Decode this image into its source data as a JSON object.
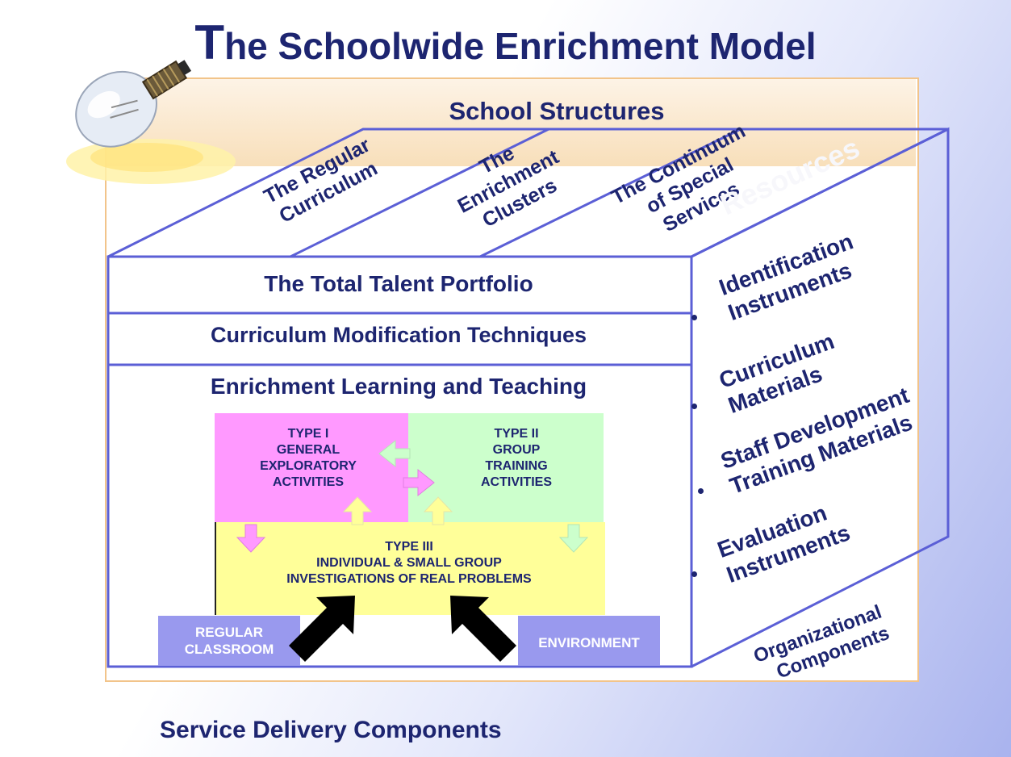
{
  "title": {
    "initial": "T",
    "rest": "he Schoolwide Enrichment Model"
  },
  "school_structures": {
    "title": "School Structures",
    "items": [
      {
        "line1": "The Regular",
        "line2": "Curriculum"
      },
      {
        "line1": "The",
        "line2": "Enrichment",
        "line3": "Clusters"
      },
      {
        "line1": "The Continuum",
        "line2": "of Special",
        "line3": "Services"
      }
    ]
  },
  "tiers": {
    "portfolio": "The Total Talent Portfolio",
    "modification": "Curriculum Modification Techniques",
    "enrichment": "Enrichment Learning and Teaching"
  },
  "types": {
    "type1": [
      "TYPE I",
      "GENERAL",
      "EXPLORATORY",
      "ACTIVITIES"
    ],
    "type2": [
      "TYPE II",
      "GROUP",
      "TRAINING",
      "ACTIVITIES"
    ],
    "type3": [
      "TYPE III",
      "INDIVIDUAL & SMALL GROUP",
      "INVESTIGATIONS OF REAL PROBLEMS"
    ]
  },
  "bottom_boxes": {
    "regular": [
      "REGULAR",
      "CLASSROOM"
    ],
    "environment": "ENVIRONMENT"
  },
  "side_face": {
    "watermark": "Resources",
    "items": [
      {
        "line1": "Identification",
        "line2": "Instruments"
      },
      {
        "line1": "Curriculum",
        "line2": "Materials"
      },
      {
        "line1": "Staff Development",
        "line2": "Training Materials"
      },
      {
        "line1": "Evaluation",
        "line2": "Instruments"
      }
    ],
    "footer": {
      "line1": "Organizational",
      "line2": "Components"
    }
  },
  "footer": "Service Delivery Components",
  "colors": {
    "text": "#1d2570",
    "cube_lines": "#5b5fd6",
    "type1": "#ff99ff",
    "type2": "#ccffcc",
    "type3": "#ffff99",
    "boxes": "#9999ee"
  },
  "icons": {
    "lightbulb": "lightbulb-icon"
  }
}
